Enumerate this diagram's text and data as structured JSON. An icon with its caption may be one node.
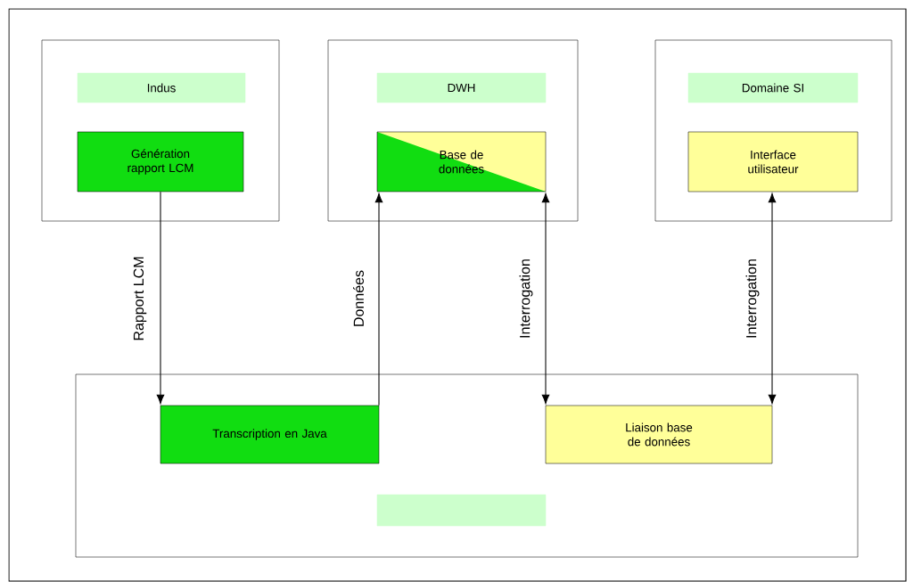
{
  "diagram": {
    "nodes": [
      {
        "text": [],
        "shape": "box"
      },
      {
        "text": [
          "Indus"
        ],
        "in": 0
      },
      {
        "text": [
          "Génération rapport LCM"
        ],
        "in": 0
      },
      {
        "text": [],
        "shape": "box"
      },
      {
        "text": [
          "DWH"
        ],
        "in": 3
      },
      {
        "text": [
          "Base de données"
        ],
        "in": 3
      },
      {
        "text": [],
        "shape": "box"
      },
      {
        "text": [
          "Domaine SI"
        ],
        "in": 6
      },
      {
        "text": [
          "Interface utilisateur"
        ],
        "in": 6
      },
      {
        "text": [],
        "shape": "box"
      },
      {
        "text": [
          "Transcription en Java"
        ],
        "in": 9
      },
      {
        "text": [
          "Liaison base de données"
        ],
        "in": 9
      },
      {
        "text": [],
        "shape": "box",
        "in": 9
      }
    ],
    "edges": [
      {
        "from": 2,
        "to": 10,
        "arrow": "to",
        "label": "Rapport LCM"
      },
      {
        "from": 10,
        "to": 5,
        "arrow": "to",
        "label": "Données"
      },
      {
        "from": 5,
        "to": 11,
        "arrow": "both",
        "label": "Interrogation"
      },
      {
        "from": 8,
        "to": 11,
        "arrow": "both",
        "label": "Interrogation"
      }
    ]
  }
}
